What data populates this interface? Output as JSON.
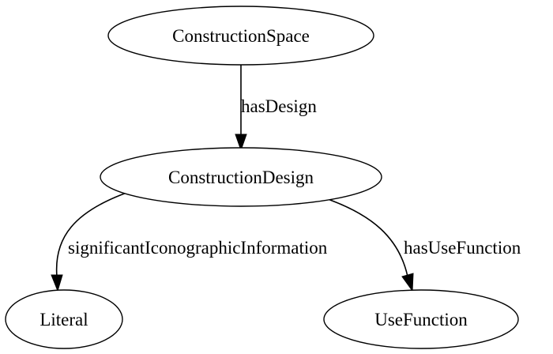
{
  "diagram": {
    "nodes": {
      "construction_space": {
        "label": "ConstructionSpace"
      },
      "construction_design": {
        "label": "ConstructionDesign"
      },
      "literal": {
        "label": "Literal"
      },
      "use_function": {
        "label": "UseFunction"
      }
    },
    "edges": {
      "has_design": {
        "label": "hasDesign",
        "from": "ConstructionSpace",
        "to": "ConstructionDesign"
      },
      "significant_iconographic_information": {
        "label": "significantIconographicInformation",
        "from": "ConstructionDesign",
        "to": "Literal"
      },
      "has_use_function": {
        "label": "hasUseFunction",
        "from": "ConstructionDesign",
        "to": "UseFunction"
      }
    }
  }
}
